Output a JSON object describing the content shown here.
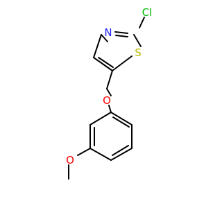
{
  "molecule": {
    "atoms": {
      "cl": {
        "label": "Cl",
        "color": "#00b800"
      },
      "n": {
        "label": "N",
        "color": "#2020ff"
      },
      "s": {
        "label": "S",
        "color": "#b8b800"
      },
      "o_ether": {
        "label": "O",
        "color": "#ff0000"
      },
      "o_methoxy": {
        "label": "O",
        "color": "#ff0000"
      }
    },
    "bond_color": "#000000"
  }
}
